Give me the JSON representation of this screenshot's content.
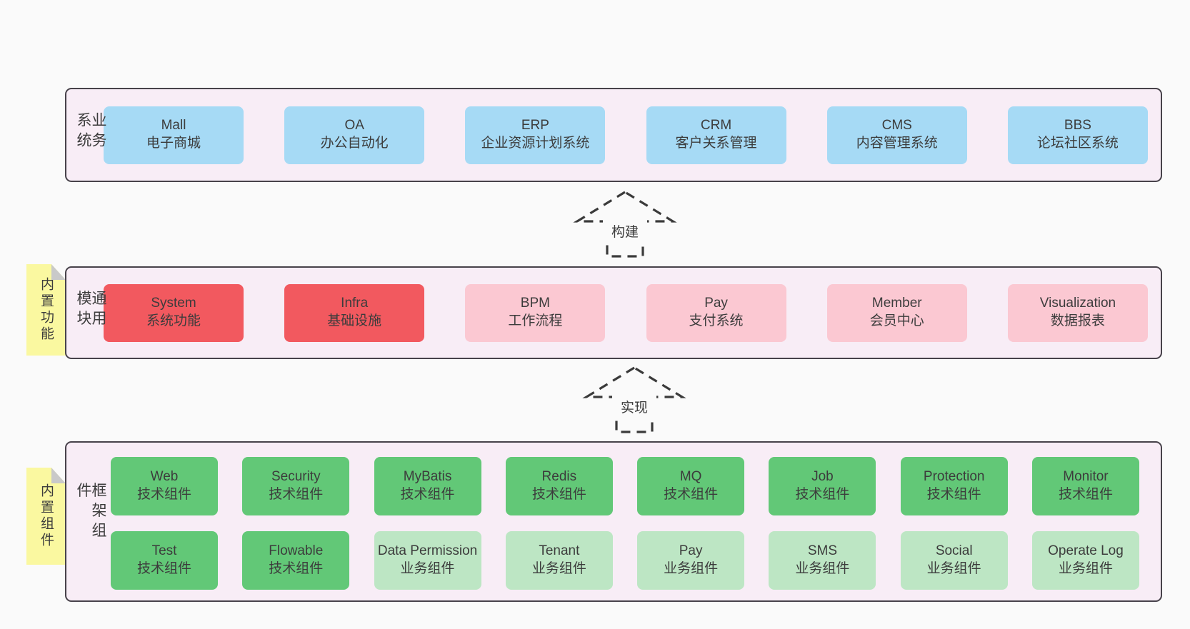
{
  "colors": {
    "pageBg": "#fafafa",
    "bandBg": "#f8edf6",
    "bandBorder": "#47424a",
    "text": "#3c3c3c",
    "arrowStroke": "#3a3a3a",
    "yellow": "#faf8a0",
    "fold": "#c9c9c9",
    "blue": "#a6daf5",
    "red": "#f2595f",
    "pink": "#fbc8d2",
    "green": "#62c877",
    "lightgreen": "#bde6c4"
  },
  "arrows": [
    {
      "label": "构建"
    },
    {
      "label": "实现"
    }
  ],
  "bands": {
    "business": {
      "label": "业务系统",
      "boxes": [
        {
          "name": "Mall",
          "desc": "电子商城",
          "variant": "blue"
        },
        {
          "name": "OA",
          "desc": "办公自动化",
          "variant": "blue"
        },
        {
          "name": "ERP",
          "desc": "企业资源计划系统",
          "variant": "blue"
        },
        {
          "name": "CRM",
          "desc": "客户关系管理",
          "variant": "blue"
        },
        {
          "name": "CMS",
          "desc": "内容管理系统",
          "variant": "blue"
        },
        {
          "name": "BBS",
          "desc": "论坛社区系统",
          "variant": "blue"
        }
      ]
    },
    "modules": {
      "label": "通用模块",
      "sticky": "内置功能",
      "boxes": [
        {
          "name": "System",
          "desc": "系统功能",
          "variant": "red"
        },
        {
          "name": "Infra",
          "desc": "基础设施",
          "variant": "red"
        },
        {
          "name": "BPM",
          "desc": "工作流程",
          "variant": "pink"
        },
        {
          "name": "Pay",
          "desc": "支付系统",
          "variant": "pink"
        },
        {
          "name": "Member",
          "desc": "会员中心",
          "variant": "pink"
        },
        {
          "name": "Visualization",
          "desc": "数据报表",
          "variant": "pink"
        }
      ]
    },
    "components": {
      "label": "框架组件",
      "sticky": "内置组件",
      "rows": [
        [
          {
            "name": "Web",
            "desc": "技术组件",
            "variant": "green"
          },
          {
            "name": "Security",
            "desc": "技术组件",
            "variant": "green"
          },
          {
            "name": "MyBatis",
            "desc": "技术组件",
            "variant": "green"
          },
          {
            "name": "Redis",
            "desc": "技术组件",
            "variant": "green"
          },
          {
            "name": "MQ",
            "desc": "技术组件",
            "variant": "green"
          },
          {
            "name": "Job",
            "desc": "技术组件",
            "variant": "green"
          },
          {
            "name": "Protection",
            "desc": "技术组件",
            "variant": "green"
          },
          {
            "name": "Monitor",
            "desc": "技术组件",
            "variant": "green"
          }
        ],
        [
          {
            "name": "Test",
            "desc": "技术组件",
            "variant": "green"
          },
          {
            "name": "Flowable",
            "desc": "技术组件",
            "variant": "green"
          },
          {
            "name": "Data Permission",
            "desc": "业务组件",
            "variant": "lightgreen"
          },
          {
            "name": "Tenant",
            "desc": "业务组件",
            "variant": "lightgreen"
          },
          {
            "name": "Pay",
            "desc": "业务组件",
            "variant": "lightgreen"
          },
          {
            "name": "SMS",
            "desc": "业务组件",
            "variant": "lightgreen"
          },
          {
            "name": "Social",
            "desc": "业务组件",
            "variant": "lightgreen"
          },
          {
            "name": "Operate Log",
            "desc": "业务组件",
            "variant": "lightgreen"
          }
        ]
      ]
    }
  }
}
